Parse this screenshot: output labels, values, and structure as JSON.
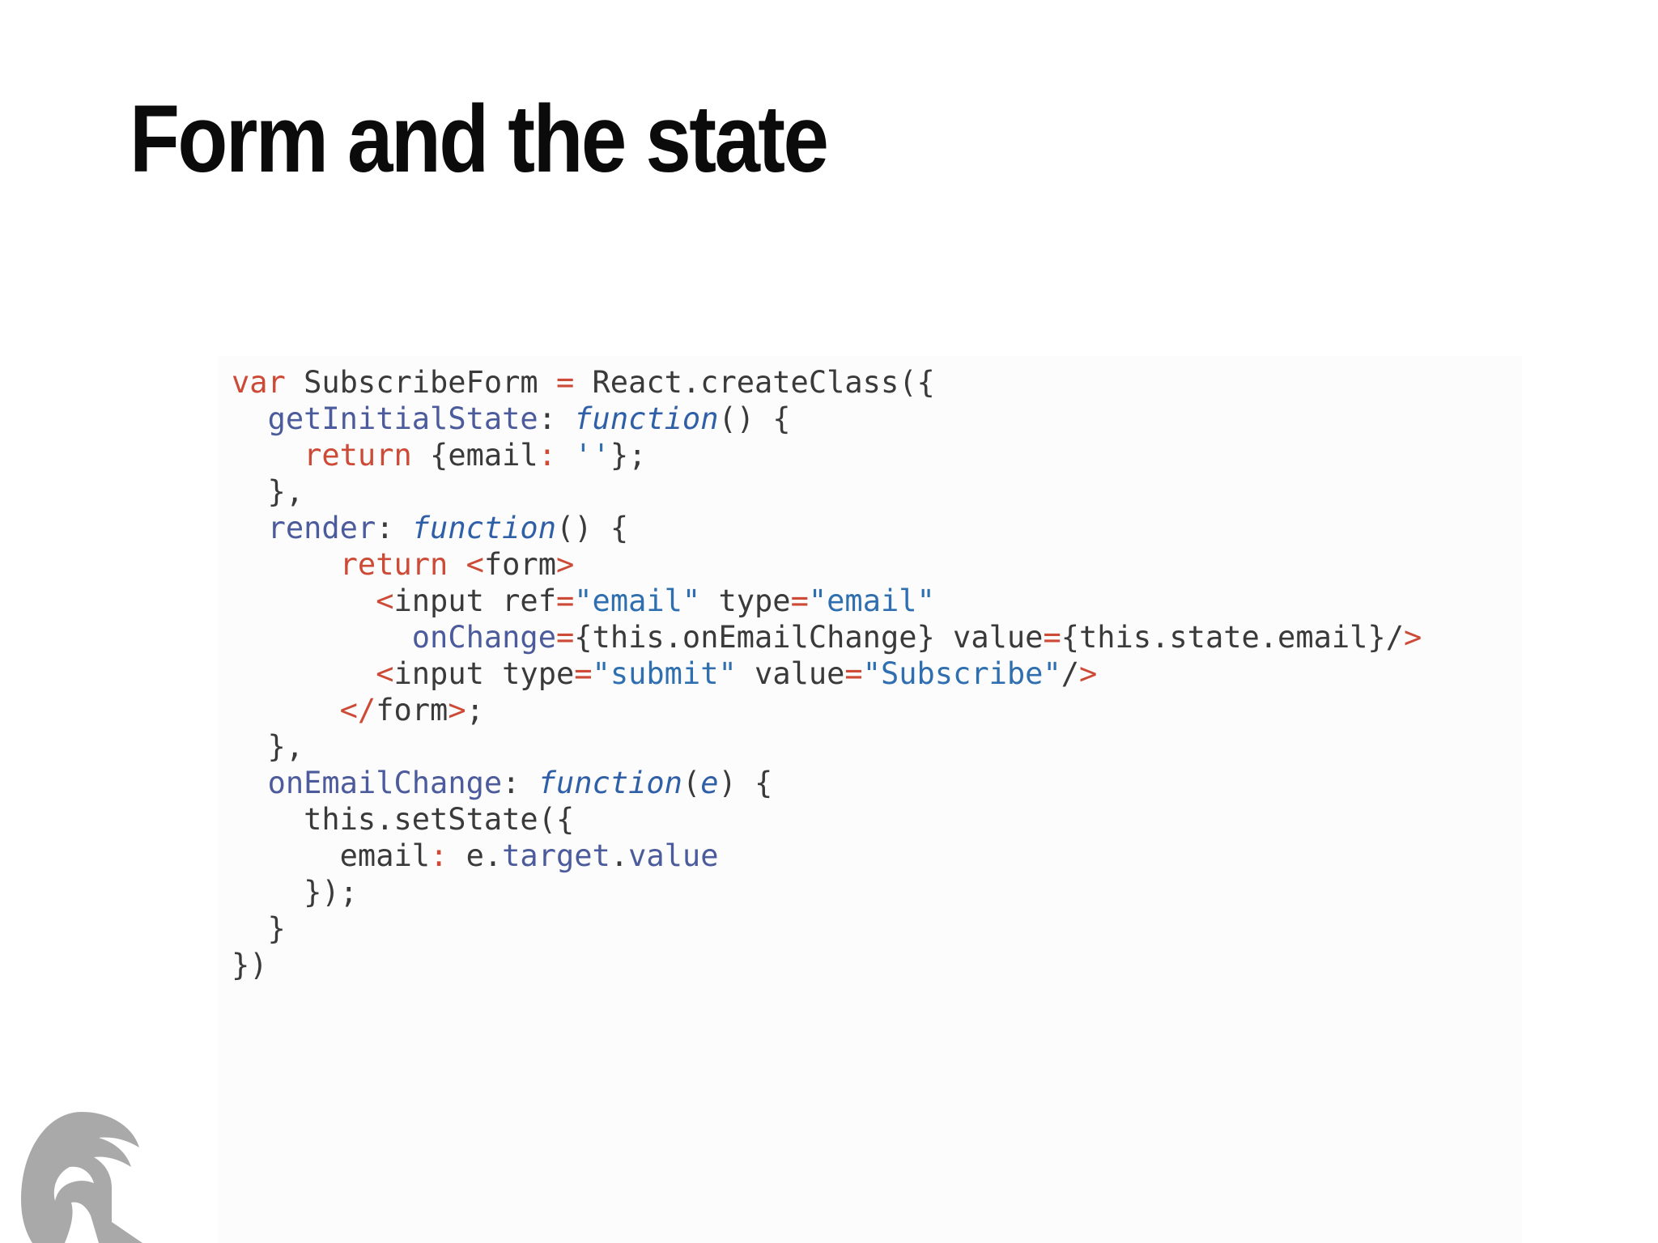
{
  "slide": {
    "title": "Form and the state"
  },
  "code": {
    "lines": [
      [
        {
          "t": "var",
          "c": "kw"
        },
        {
          "t": " SubscribeForm ",
          "c": ""
        },
        {
          "t": "=",
          "c": "op"
        },
        {
          "t": " React.createClass({",
          "c": ""
        }
      ],
      [
        {
          "t": "  ",
          "c": ""
        },
        {
          "t": "getInitialState",
          "c": "prop"
        },
        {
          "t": ": ",
          "c": ""
        },
        {
          "t": "function",
          "c": "fn"
        },
        {
          "t": "() {",
          "c": ""
        }
      ],
      [
        {
          "t": "    ",
          "c": ""
        },
        {
          "t": "return",
          "c": "kw"
        },
        {
          "t": " {email",
          "c": ""
        },
        {
          "t": ":",
          "c": "op"
        },
        {
          "t": " ",
          "c": ""
        },
        {
          "t": "''",
          "c": "str"
        },
        {
          "t": "};",
          "c": ""
        }
      ],
      [
        {
          "t": "  },",
          "c": ""
        }
      ],
      [
        {
          "t": "  ",
          "c": ""
        },
        {
          "t": "render",
          "c": "prop"
        },
        {
          "t": ": ",
          "c": ""
        },
        {
          "t": "function",
          "c": "fn"
        },
        {
          "t": "() {",
          "c": ""
        }
      ],
      [
        {
          "t": "      ",
          "c": ""
        },
        {
          "t": "return",
          "c": "kw"
        },
        {
          "t": " ",
          "c": ""
        },
        {
          "t": "<",
          "c": "op"
        },
        {
          "t": "form",
          "c": ""
        },
        {
          "t": ">",
          "c": "op"
        }
      ],
      [
        {
          "t": "        ",
          "c": ""
        },
        {
          "t": "<",
          "c": "op"
        },
        {
          "t": "input ref",
          "c": ""
        },
        {
          "t": "=",
          "c": "op"
        },
        {
          "t": "\"email\"",
          "c": "str"
        },
        {
          "t": " type",
          "c": ""
        },
        {
          "t": "=",
          "c": "op"
        },
        {
          "t": "\"email\"",
          "c": "str"
        }
      ],
      [
        {
          "t": "          ",
          "c": ""
        },
        {
          "t": "onChange",
          "c": "attr"
        },
        {
          "t": "=",
          "c": "op"
        },
        {
          "t": "{this.onEmailChange} value",
          "c": ""
        },
        {
          "t": "=",
          "c": "op"
        },
        {
          "t": "{this.state.email}/",
          "c": ""
        },
        {
          "t": ">",
          "c": "op"
        }
      ],
      [
        {
          "t": "        ",
          "c": ""
        },
        {
          "t": "<",
          "c": "op"
        },
        {
          "t": "input type",
          "c": ""
        },
        {
          "t": "=",
          "c": "op"
        },
        {
          "t": "\"submit\"",
          "c": "str"
        },
        {
          "t": " value",
          "c": ""
        },
        {
          "t": "=",
          "c": "op"
        },
        {
          "t": "\"Subscribe\"",
          "c": "str"
        },
        {
          "t": "/",
          "c": ""
        },
        {
          "t": ">",
          "c": "op"
        }
      ],
      [
        {
          "t": "      ",
          "c": ""
        },
        {
          "t": "</",
          "c": "op"
        },
        {
          "t": "form",
          "c": ""
        },
        {
          "t": ">",
          "c": "op"
        },
        {
          "t": ";",
          "c": ""
        }
      ],
      [
        {
          "t": "  },",
          "c": ""
        }
      ],
      [
        {
          "t": "  ",
          "c": ""
        },
        {
          "t": "onEmailChange",
          "c": "prop"
        },
        {
          "t": ": ",
          "c": ""
        },
        {
          "t": "function",
          "c": "fn"
        },
        {
          "t": "(",
          "c": ""
        },
        {
          "t": "e",
          "c": "fn"
        },
        {
          "t": ") {",
          "c": ""
        }
      ],
      [
        {
          "t": "    this.setState({",
          "c": ""
        }
      ],
      [
        {
          "t": "      email",
          "c": ""
        },
        {
          "t": ":",
          "c": "op"
        },
        {
          "t": " e.",
          "c": ""
        },
        {
          "t": "target",
          "c": "prop"
        },
        {
          "t": ".",
          "c": ""
        },
        {
          "t": "value",
          "c": "prop"
        }
      ],
      [
        {
          "t": "    });",
          "c": ""
        }
      ],
      [
        {
          "t": "  }",
          "c": ""
        }
      ],
      [
        {
          "t": "})",
          "c": ""
        }
      ]
    ]
  },
  "logo": {
    "icon": "spartan-helmet-icon"
  },
  "colors": {
    "keyword": "#cc4a36",
    "property": "#4b5b9c",
    "function": "#2f5fa7",
    "string": "#2f6fb0",
    "text": "#3a3a3a",
    "title": "#0b0b0b",
    "logo": "#a9a9a9"
  }
}
